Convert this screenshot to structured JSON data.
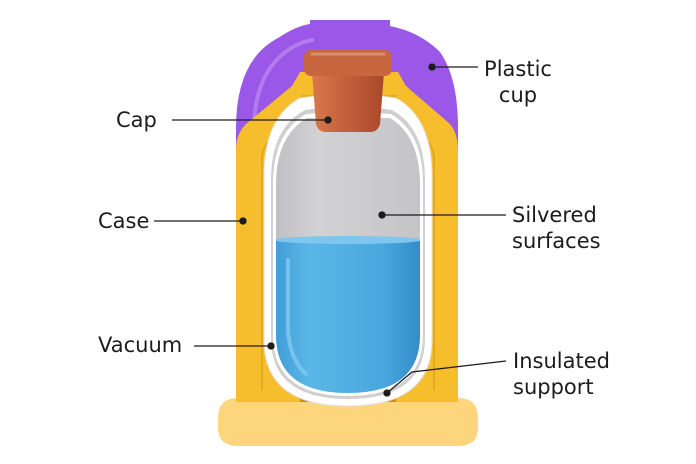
{
  "labels": {
    "plastic_cup": [
      "Plastic",
      "cup"
    ],
    "cap": "Cap",
    "case": "Case",
    "silvered_surfaces": [
      "Silvered",
      "surfaces"
    ],
    "vacuum": "Vacuum",
    "insulated_support": [
      "Insulated",
      "support"
    ]
  },
  "colors": {
    "case": "#f6bd2c",
    "case_base": "#fdd57c",
    "plastic_cup": "#9b57e8",
    "cap": "#c15f3a",
    "flask_wall": "#ffffff",
    "vacuum_gap": "#cfcfcf",
    "flask_air": "#c9c9cc",
    "liquid": "#4aa7dd",
    "support": "#c48f1a",
    "leader_line": "#1c1c1c"
  }
}
